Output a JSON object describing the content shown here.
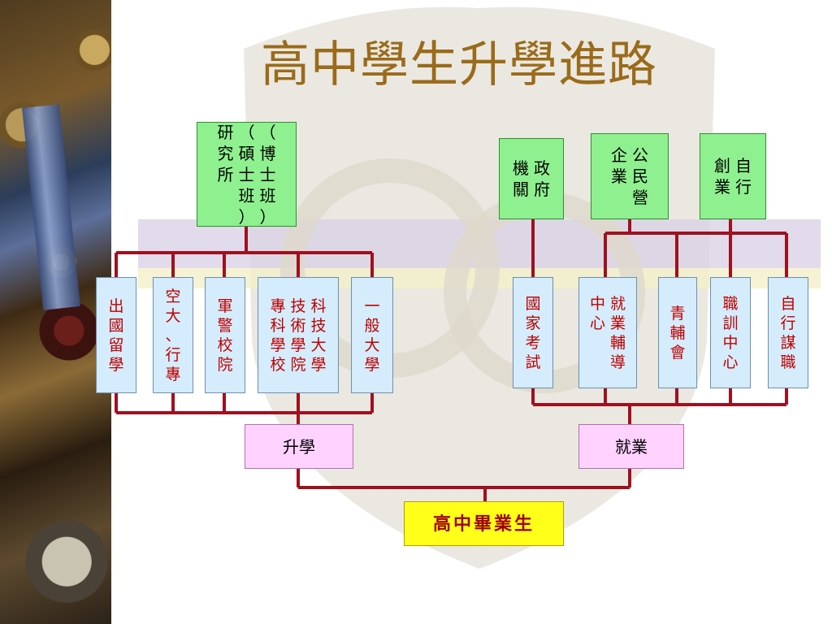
{
  "title": "高中學生升學進路",
  "root": "高中畢業生",
  "branches": {
    "study": "升學",
    "work": "就業"
  },
  "study_options": [
    {
      "cols": [
        "一",
        "般",
        "大",
        "學"
      ]
    },
    {
      "cols": [
        "科技大學",
        "技術學院",
        "專科學校"
      ]
    },
    {
      "cols": [
        "軍",
        "警",
        "校",
        "院"
      ]
    },
    {
      "cols": [
        "空",
        "大",
        "、",
        "行",
        "專"
      ]
    },
    {
      "cols": [
        "出",
        "國",
        "留",
        "學"
      ]
    }
  ],
  "work_options": [
    {
      "cols": [
        "國家考試"
      ]
    },
    {
      "cols": [
        "就業輔導",
        "中心"
      ]
    },
    {
      "cols": [
        "青輔會"
      ]
    },
    {
      "cols": [
        "職訓中心"
      ]
    },
    {
      "cols": [
        "自行謀職"
      ]
    }
  ],
  "top_boxes": {
    "graduate": [
      "（博士班）",
      "（碩士班）",
      "研究所"
    ],
    "government": [
      "政府",
      "機關"
    ],
    "enterprise": [
      "公民營",
      "企業"
    ],
    "startup": [
      "自行",
      "創業"
    ]
  },
  "colors": {
    "line": "#a01020",
    "title": "#9a6b1a",
    "green": "#8ff08f",
    "blue": "#d4ecfb",
    "pink": "#ffd2ff",
    "yellow": "#ffff1a"
  }
}
